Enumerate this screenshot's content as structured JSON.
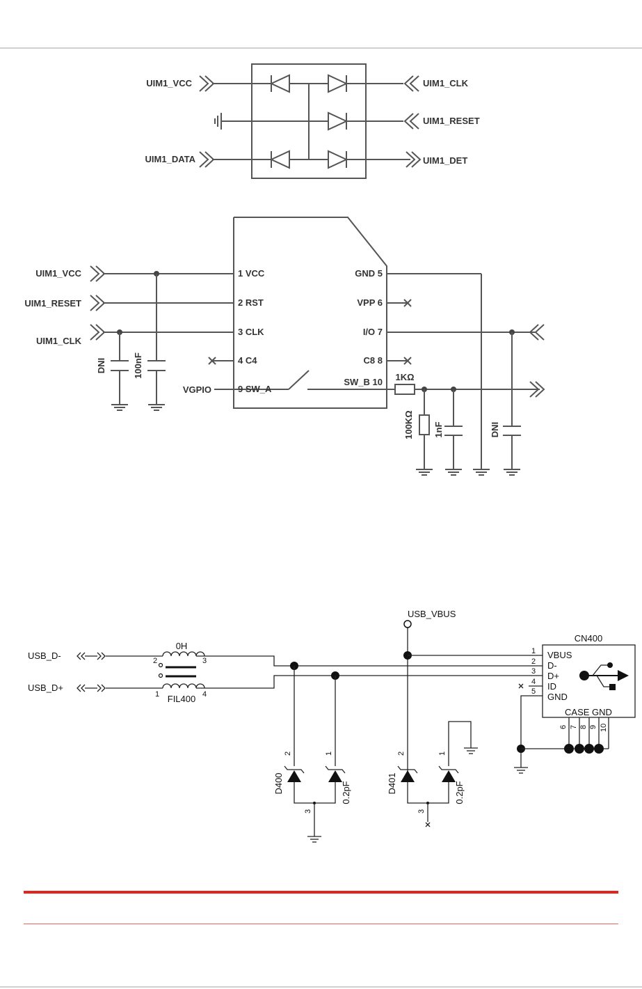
{
  "esd_block": {
    "left_nets": [
      "UIM1_VCC",
      "UIM1_DATA"
    ],
    "right_nets": [
      "UIM1_CLK",
      "UIM1_RESET",
      "UIM1_DET"
    ]
  },
  "sim_block": {
    "left_nets": [
      "UIM1_VCC",
      "UIM1_RESET",
      "UIM1_CLK"
    ],
    "vgpio": "VGPIO",
    "left_pins": [
      "1 VCC",
      "2 RST",
      "3 CLK",
      "4 C4",
      "9 SW_A"
    ],
    "right_pins": [
      "GND 5",
      "VPP 6",
      "I/O 7",
      "C8 8",
      "SW_B 10"
    ],
    "cap_dni": "DNI",
    "cap_100nf": "100nF",
    "res_1k": "1KΩ",
    "res_100k": "100KΩ",
    "cap_1nf": "1nF",
    "cap_dni_right": "DNI"
  },
  "usb_block": {
    "usb_dm": "USB_D-",
    "usb_dp": "USB_D+",
    "vbus_net": "USB_VBUS",
    "filter_value": "0H",
    "filter_ref": "FIL400",
    "filter_pins": [
      "2",
      "3",
      "1",
      "4"
    ],
    "connector_ref": "CN400",
    "connector_pin_nums": [
      "1",
      "2",
      "3",
      "4",
      "5"
    ],
    "connector_pin_names": [
      "VBUS",
      "D-",
      "D+",
      "ID",
      "GND"
    ],
    "case_gnd": "CASE GND",
    "case_pins": [
      "6",
      "7",
      "8",
      "9",
      "10"
    ],
    "d400_ref": "D400",
    "d401_ref": "D401",
    "diode_cap": "0.2pF",
    "diode_cap2": "0.2pF",
    "diode_pins": [
      "2",
      "1",
      "3"
    ]
  },
  "colors": {
    "accent_rule": "#e5231b",
    "wire": "#555555"
  }
}
